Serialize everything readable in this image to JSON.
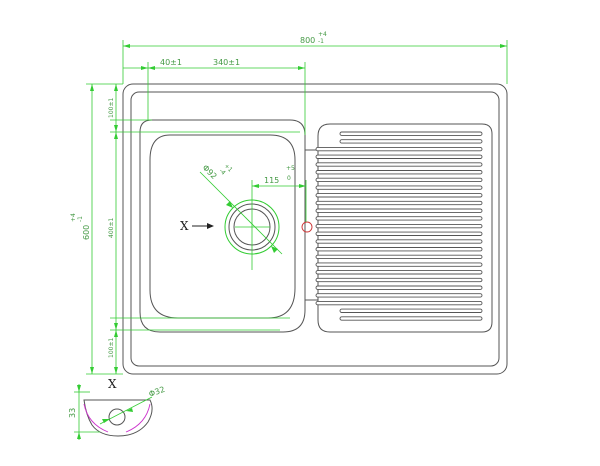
{
  "dimensions": {
    "overall_width": "800",
    "overall_width_tol_upper": "+4",
    "overall_width_tol_lower": "-1",
    "left_offset": "40±1",
    "bowl_width": "340±1",
    "top_margin": "100±1",
    "bowl_depth": "400±1",
    "bottom_margin": "100±1",
    "overall_depth": "600",
    "overall_depth_tol_upper": "+4",
    "overall_depth_tol_lower": "-1",
    "drain_diameter": "Φ92",
    "drain_diameter_tol_upper": "+1",
    "drain_diameter_tol_lower": "-4",
    "drain_offset": "115",
    "drain_offset_tol_upper": "+5",
    "drain_offset_tol_lower": "0",
    "detail_height": "33",
    "detail_diameter": "Φ32"
  },
  "labels": {
    "section_marker": "X",
    "detail_title": "X"
  },
  "colors": {
    "dimension_line": "#33cc33",
    "outline": "#555555"
  }
}
